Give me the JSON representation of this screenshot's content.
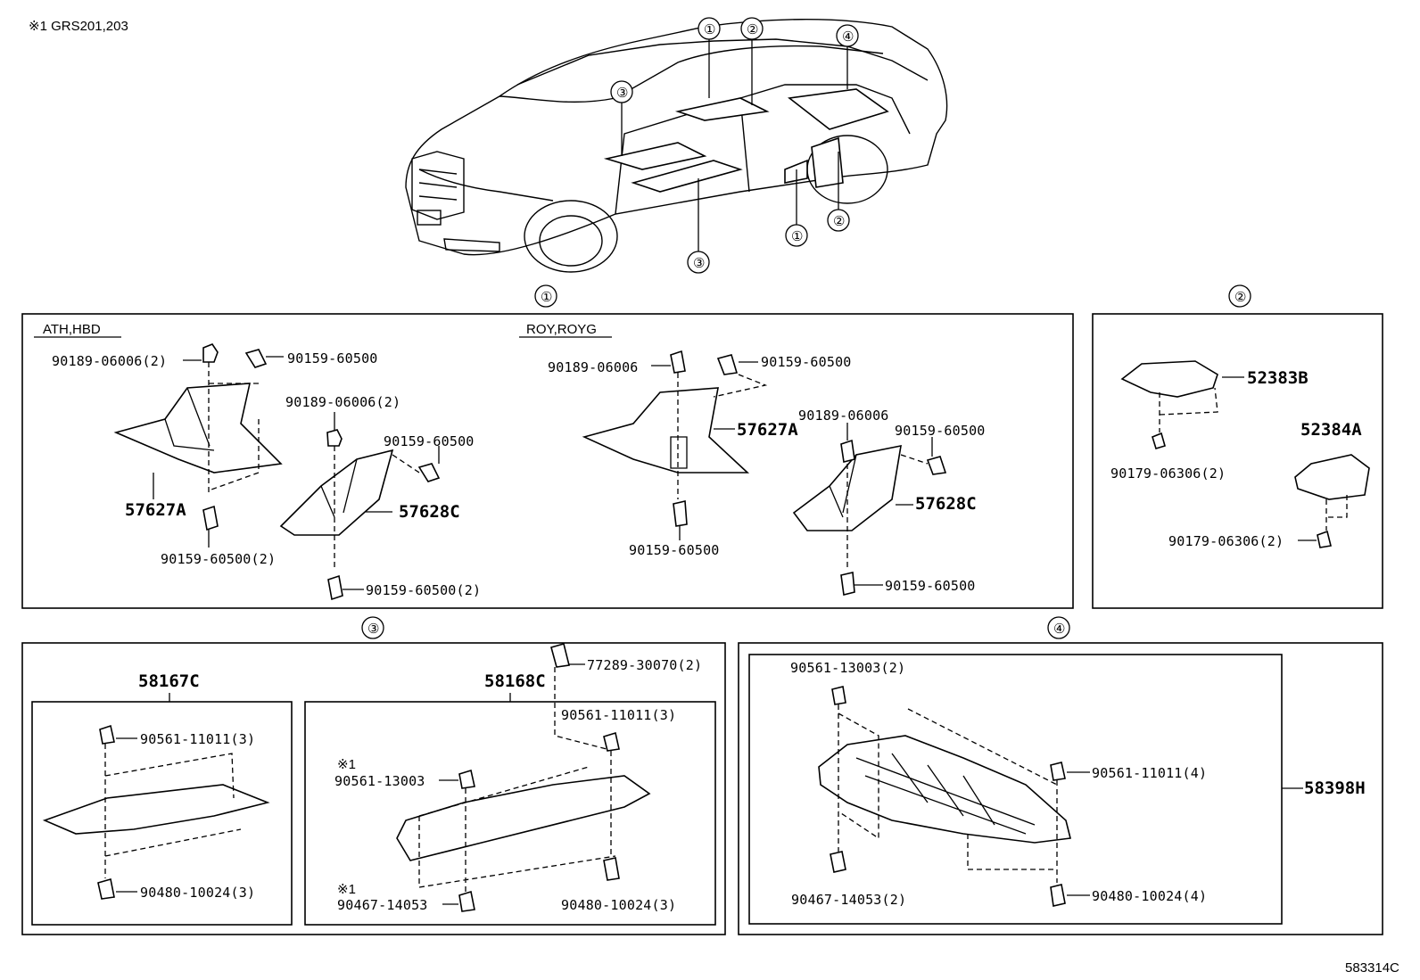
{
  "header_note": "※1 GRS201,203",
  "diagram_id": "583314C",
  "callouts": [
    "①",
    "②",
    "③",
    "④"
  ],
  "panel1": {
    "callout": "①",
    "left": {
      "variant": "ATH,HBD",
      "labels": [
        "90189-06006(2)",
        "90159-60500",
        "90189-06006(2)",
        "90159-60500",
        "57627A",
        "57628C",
        "90159-60500(2)",
        "90159-60500(2)"
      ]
    },
    "right": {
      "variant": "ROY,ROYG",
      "labels": [
        "90189-06006",
        "90159-60500",
        "57627A",
        "90189-06006",
        "90159-60500",
        "57628C",
        "90159-60500",
        "90159-60500"
      ]
    }
  },
  "panel2": {
    "callout": "②",
    "labels": [
      "52383B",
      "52384A",
      "90179-06306(2)",
      "90179-06306(2)"
    ]
  },
  "panel3": {
    "callout": "③",
    "left": {
      "part": "58167C",
      "labels": [
        "90561-11011(3)",
        "90480-10024(3)"
      ]
    },
    "right": {
      "part": "58168C",
      "labels": [
        "77289-30070(2)",
        "90561-11011(3)",
        "※1",
        "90561-13003",
        "※1",
        "90467-14053",
        "90480-10024(3)"
      ]
    }
  },
  "panel4": {
    "callout": "④",
    "part": "58398H",
    "labels": [
      "90561-13003(2)",
      "90561-11011(4)",
      "90467-14053(2)",
      "90480-10024(4)"
    ]
  }
}
